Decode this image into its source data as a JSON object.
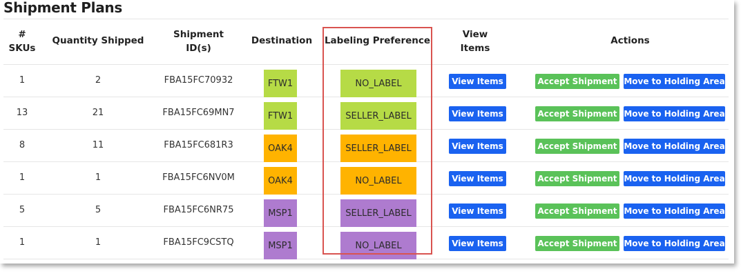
{
  "page": {
    "title": "Shipment Plans"
  },
  "headers": {
    "skus": "# SKUs",
    "quantity": "Quantity Shipped",
    "shipment_id": "Shipment ID(s)",
    "destination": "Destination",
    "labeling": "Labeling Preference",
    "view_items": "View Items",
    "actions": "Actions"
  },
  "buttons": {
    "view_items": "View Items",
    "accept": "Accept Shipment",
    "move": "Move to Holding Area"
  },
  "colors": {
    "FTW1": "#b6db46",
    "OAK4": "#ffb300",
    "MSP1": "#ae7bcf"
  },
  "rows": [
    {
      "skus": "1",
      "quantity": "2",
      "shipment_id": "FBA15FC70932",
      "destination": "FTW1",
      "labeling": "NO_LABEL"
    },
    {
      "skus": "13",
      "quantity": "21",
      "shipment_id": "FBA15FC69MN7",
      "destination": "FTW1",
      "labeling": "SELLER_LABEL"
    },
    {
      "skus": "8",
      "quantity": "11",
      "shipment_id": "FBA15FC681R3",
      "destination": "OAK4",
      "labeling": "SELLER_LABEL"
    },
    {
      "skus": "1",
      "quantity": "1",
      "shipment_id": "FBA15FC6NV0M",
      "destination": "OAK4",
      "labeling": "NO_LABEL"
    },
    {
      "skus": "5",
      "quantity": "5",
      "shipment_id": "FBA15FC6NR75",
      "destination": "MSP1",
      "labeling": "SELLER_LABEL"
    },
    {
      "skus": "1",
      "quantity": "1",
      "shipment_id": "FBA15FC9CSTQ",
      "destination": "MSP1",
      "labeling": "NO_LABEL"
    }
  ]
}
